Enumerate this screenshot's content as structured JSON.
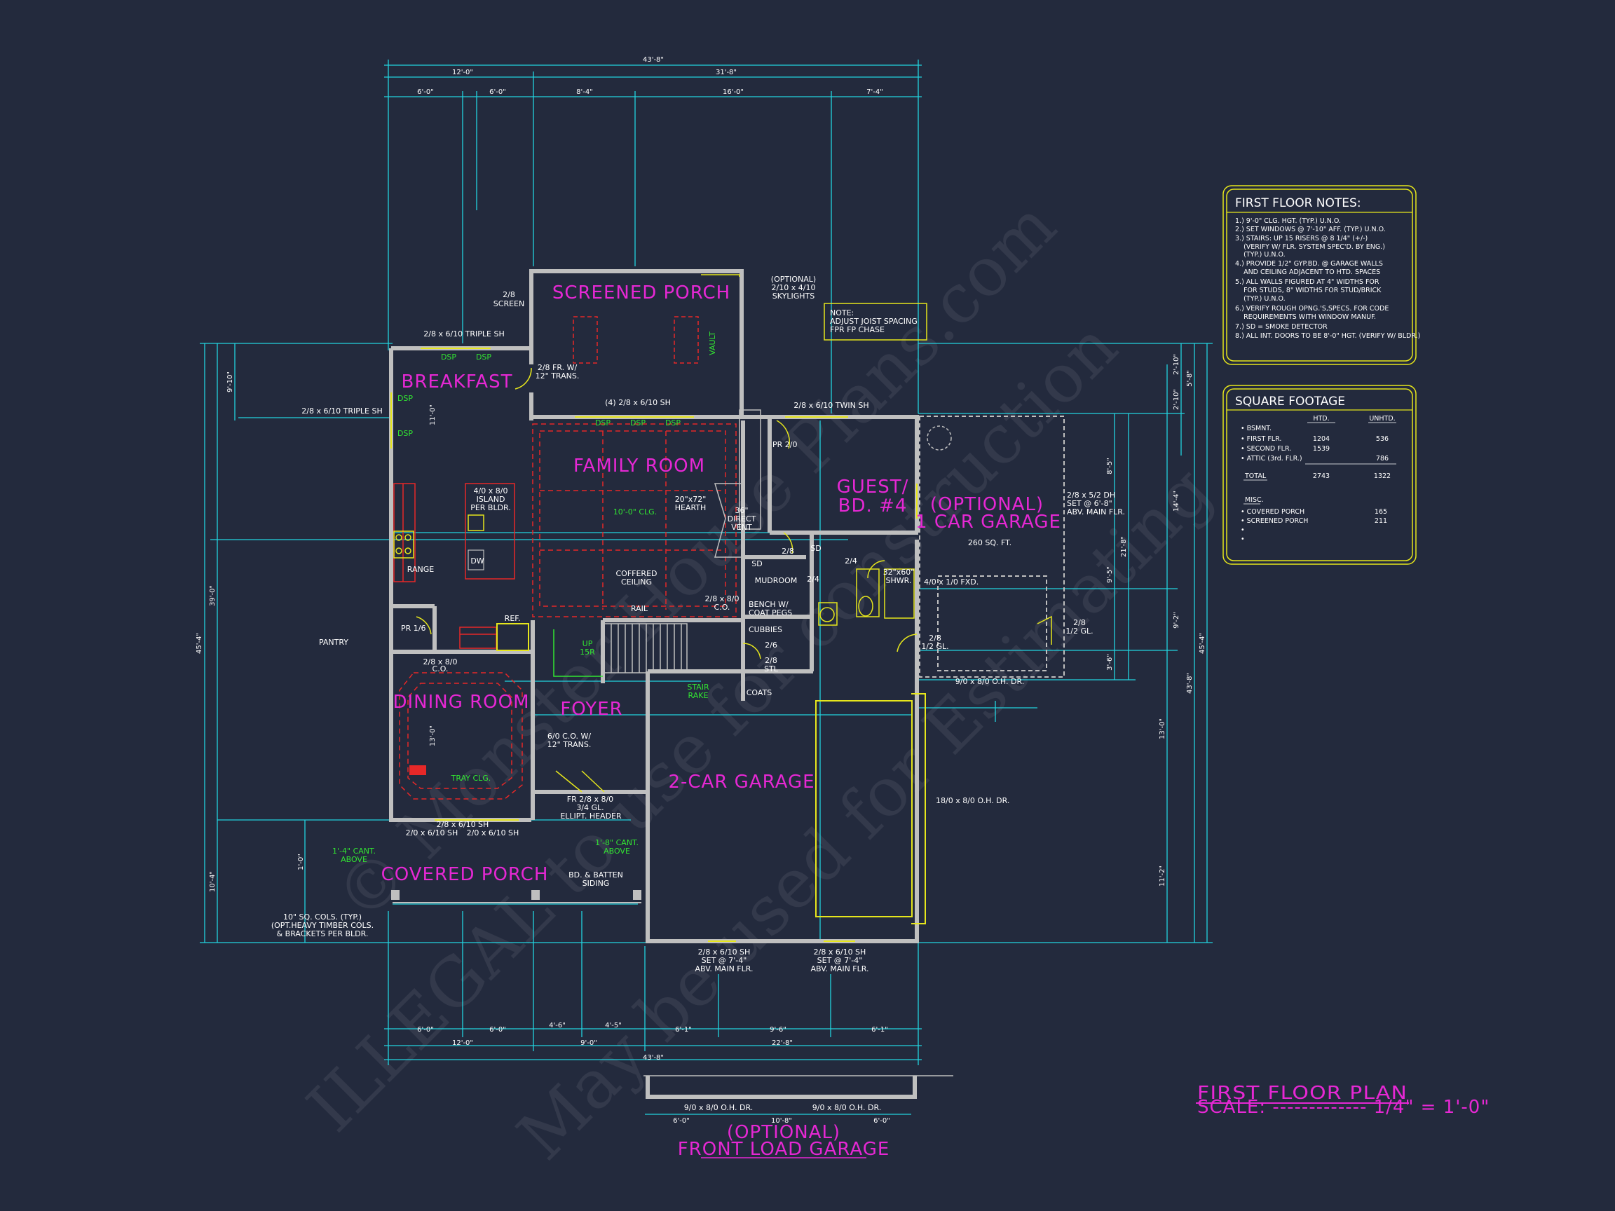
{
  "watermark": [
    "© Monster House Plans.com",
    "ILLEGAL to use for construction",
    "May be used for Estimating"
  ],
  "rooms": {
    "screened_porch": "SCREENED PORCH",
    "breakfast": "BREAKFAST",
    "family_room": "FAMILY ROOM",
    "guest": "GUEST/",
    "guest2": "BD. #4",
    "opt_garage1": "(OPTIONAL)",
    "opt_garage2": "1 CAR GARAGE",
    "opt_garage_sqft": "260 SQ. FT.",
    "dining": "DINING ROOM",
    "foyer": "FOYER",
    "garage2": "2-CAR GARAGE",
    "covered_porch": "COVERED PORCH",
    "mudroom": "MUDROOM",
    "coats": "COATS",
    "pantry": "PANTRY"
  },
  "top_dims": {
    "overall": "43'-8\"",
    "r2a": "12'-0\"",
    "r2b": "31'-8\"",
    "r3": [
      "6'-0\"",
      "6'-0\"",
      "8'-4\"",
      "16'-0\"",
      "7'-4\""
    ]
  },
  "bottom_dims": {
    "r1": [
      "6'-0\"",
      "6'-0\"",
      "4'-6\"",
      "4'-5\"",
      "6'-1\"",
      "9'-6\"",
      "6'-1\""
    ],
    "r2": [
      "12'-0\"",
      "9'-0\"",
      "22'-8\""
    ],
    "overall": "43'-8\""
  },
  "left_dims": {
    "total": "45'-4\"",
    "a": "39'-0\"",
    "b": "9'-10\"",
    "c": "10'-4\"",
    "d": "11'-0\"",
    "e": "13'-0\"",
    "f": "1'-0\""
  },
  "right_dims": {
    "total": "45'-4\"",
    "total2": "43'-8\"",
    "a": "2'-10\"",
    "b": "5'-8\"",
    "c": "2'-10\"",
    "d": "14'-4\"",
    "e": "21'-8\"",
    "f": "9'-2\"",
    "g": "13'-0\"",
    "h": "11'-2\"",
    "i": "8'-5\"",
    "j": "9'-5\"",
    "k": "3'-6\""
  },
  "labels": {
    "triple_sh_top": "2/8 x 6/10 TRIPLE SH",
    "triple_sh_left": "2/8 x 6/10 TRIPLE SH",
    "screen": "2/8",
    "screen2": "SCREEN",
    "fr_trans": "2/8 FR. W/",
    "fr_trans2": "12\" TRANS.",
    "sh4": "(4) 2/8 x 6/10 SH",
    "twin_sh": "2/8 x 6/10 TWIN SH",
    "skylights1": "(OPTIONAL)",
    "skylights2": "2/10 x 4/10",
    "skylights3": "SKYLIGHTS",
    "note1": "NOTE:",
    "note2": "ADJUST JOIST SPACING",
    "note3": "FPR FP CHASE",
    "vault": "VAULT",
    "island1": "4/0 x 8/0",
    "island2": "ISLAND",
    "island3": "PER BLDR.",
    "dw": "DW",
    "range": "RANGE",
    "ref": "REF.",
    "clg": "10'-0\" CLG.",
    "coffered1": "COFFERED",
    "coffered2": "CEILING",
    "rail": "RAIL",
    "hearth1": "20\"x72\"",
    "hearth2": "HEARTH",
    "direct1": "36\"",
    "direct2": "DIRECT",
    "direct3": "VENT",
    "co": "2/8 x 8/0",
    "co2": "C.O.",
    "bench1": "BENCH W/",
    "bench2": "COAT PEGS",
    "cubbies": "CUBBIES",
    "pr20": "PR 2/0",
    "shwr1": "32\"x60\"",
    "shwr2": "SHWR.",
    "fxd": "4/0 x 1/0 FXD.",
    "dh1": "2/8 x 5/2 DH",
    "dh2": "SET @ 6'-8\"",
    "dh3": "ABV. MAIN FLR.",
    "gl": "2/8",
    "gl2": "1/2 GL.",
    "ohdr_opt": "9/0 x 8/0 O.H. DR.",
    "ohdr_main": "18/0 x 8/0 O.H. DR.",
    "pr16": "PR 1/6",
    "pantry_co": "2/8 x 8/0",
    "pantry_co2": "C.O.",
    "up": "UP",
    "up2": "15R",
    "stair1": "STAIR",
    "stair2": "RAKE",
    "co_trans1": "6/0 C.O. W/",
    "co_trans2": "12\" TRANS.",
    "tray": "TRAY CLG.",
    "fr28": "FR 2/8 x 8/0",
    "fr28b": "3/4 GL.",
    "ellipt": "ELLIPT. HEADER",
    "sh_front": "2/8 x 6/10 SH",
    "sh_front2": "2/0 x 6/10 SH",
    "sh_front3": "2/0 x 6/10 SH",
    "cant1": "1'-4\" CANT.",
    "cant1b": "ABOVE",
    "cant2": "1'-8\" CANT.",
    "cant2b": "ABOVE",
    "batten1": "BD. & BATTEN",
    "batten2": "SIDING",
    "cols1": "10\" SQ. COLS. (TYP.)",
    "cols2": "(OPT.HEAVY TIMBER COLS.",
    "cols3": "& BRACKETS PER BLDR.",
    "gsh1": "2/8 x 6/10 SH",
    "gsh2": "SET @ 7'-4\"",
    "gsh3": "ABV. MAIN FLR.",
    "gsh4": "2/8 x 6/10 SH",
    "gsh5": "SET @ 7'-4\"",
    "gsh6": "ABV. MAIN FLR.",
    "dsp": "DSP",
    "fr_ohdr1": "9/0 x 8/0 O.H. DR.",
    "fr_ohdr2": "9/0 x 8/0 O.H. DR.",
    "fl_dims": [
      "6'-0\"",
      "10'-8\"",
      "6'-0\""
    ],
    "d26": "2/6",
    "d28": "2/8",
    "d24": "2/4",
    "stl": "STL",
    "sd": "SD"
  },
  "notes_box": {
    "title": "FIRST FLOOR NOTES:",
    "lines": [
      "1.) 9'-0\" CLG. HGT. (TYP.) U.N.O.",
      "2.) SET WINDOWS @ 7'-10\" AFF. (TYP.) U.N.O.",
      "3.) STAIRS: UP 15 RISERS @ 8 1/4\" (+/-)",
      "    (VERIFY W/ FLR. SYSTEM SPEC'D. BY ENG.)",
      "    (TYP.) U.N.O.",
      "4.) PROVIDE 1/2\" GYP.BD. @ GARAGE WALLS",
      "    AND CEILING ADJACENT TO HTD. SPACES",
      "5.) ALL WALLS FIGURED AT 4\" WIDTHS FOR",
      "    FOR STUDS, 8\" WIDTHS FOR STUD/BRICK",
      "    (TYP.) U.N.O.",
      "6.) VERIFY ROUGH OPNG.'S,SPECS. FOR CODE",
      "    REQUIREMENTS WITH WINDOW MANUF.",
      "7.) SD = SMOKE DETECTOR",
      "8.) ALL INT. DOORS TO BE 8'-0\" HGT. (VERIFY W/ BLDR.)"
    ]
  },
  "sqft_box": {
    "title": "SQUARE FOOTAGE",
    "col_htd": "HTD.",
    "col_unhtd": "UNHTD.",
    "rows": [
      {
        "label": "• BSMNT.",
        "htd": "",
        "unhtd": ""
      },
      {
        "label": "• FIRST FLR.",
        "htd": "1204",
        "unhtd": "536"
      },
      {
        "label": "• SECOND FLR.",
        "htd": "1539",
        "unhtd": ""
      },
      {
        "label": "• ATTIC (3rd. FLR.)",
        "htd": "",
        "unhtd": "786"
      }
    ],
    "total_label": "TOTAL",
    "total_htd": "2743",
    "total_unhtd": "1322",
    "misc_label": "MISC.",
    "misc_rows": [
      {
        "label": "• COVERED PORCH",
        "val": "165"
      },
      {
        "label": "• SCREENED PORCH",
        "val": "211"
      },
      {
        "label": "•",
        "val": ""
      },
      {
        "label": "•",
        "val": ""
      }
    ]
  },
  "title": {
    "main": "FIRST FLOOR PLAN",
    "scale": "SCALE: ------------- 1/4\" = 1'-0\""
  },
  "front_load": {
    "line1": "(OPTIONAL)",
    "line2": "FRONT LOAD GARAGE"
  },
  "colors": {
    "background": "#232a3d",
    "dimension": "#22d3e0",
    "wall": "#bfbfbf",
    "room_label": "#e628d4",
    "accent_green": "#32e632",
    "yellow": "#e6e61c",
    "hidden": "#e62828"
  }
}
